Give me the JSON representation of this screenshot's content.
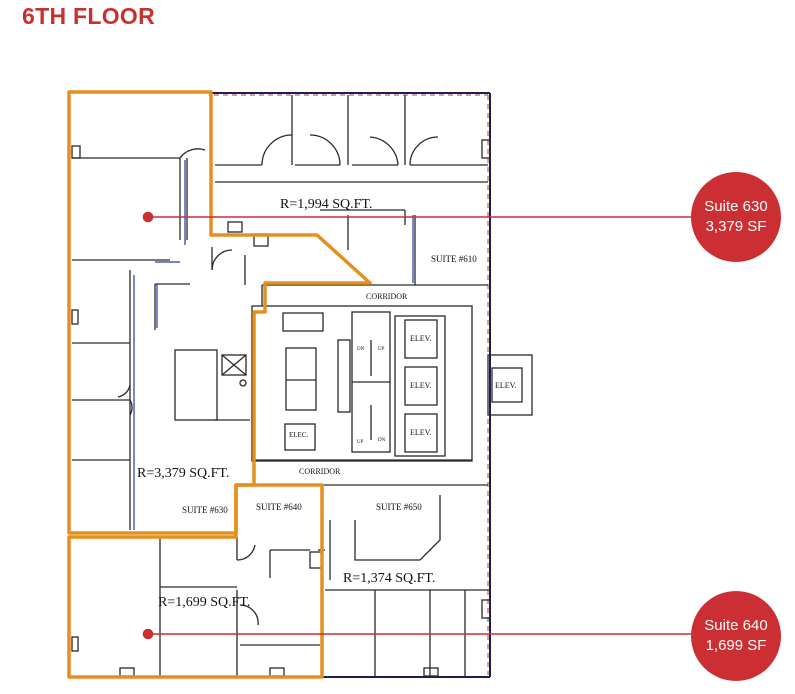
{
  "page": {
    "title": "6TH FLOOR"
  },
  "colors": {
    "accent": "#cc2f33",
    "highlight": "#e58f1e",
    "title": "#c9312f"
  },
  "callouts": [
    {
      "suite": "Suite 630",
      "area": "3,379 SF"
    },
    {
      "suite": "Suite 640",
      "area": "1,699 SF"
    }
  ],
  "plan": {
    "areas": [
      "R=1,994 SQ.FT.",
      "R=3,379 SQ.FT.",
      "R=1,699 SQ.FT.",
      "R=1,374 SQ.FT."
    ],
    "suites": [
      "SUITE #610",
      "SUITE #630",
      "SUITE #640",
      "SUITE #650"
    ],
    "corridor": "CORRIDOR",
    "elevator": "ELEV.",
    "electrical": "ELEC.",
    "stair_dn": "DN",
    "stair_up": "UP"
  }
}
